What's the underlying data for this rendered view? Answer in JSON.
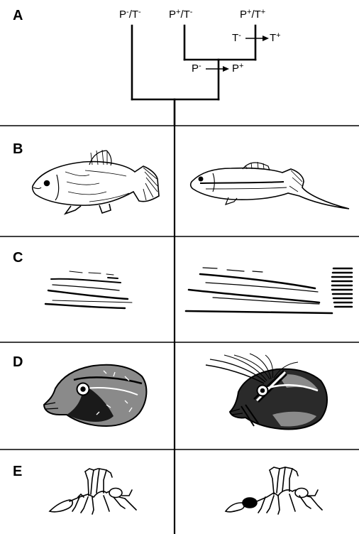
{
  "panels": {
    "A": "A",
    "B": "B",
    "C": "C",
    "D": "D",
    "E": "E"
  },
  "tree": {
    "leaves": [
      {
        "base": "P",
        "p_sign": "-",
        "sep": "/",
        "trait": "T",
        "t_sign": "-"
      },
      {
        "base": "P",
        "p_sign": "+",
        "sep": "/",
        "trait": "T",
        "t_sign": "-"
      },
      {
        "base": "P",
        "p_sign": "+",
        "sep": "/",
        "trait": "T",
        "t_sign": "+"
      }
    ],
    "transition_t": {
      "from": "T",
      "from_sign": "-",
      "to": "T",
      "to_sign": "+"
    },
    "transition_p": {
      "from": "P",
      "from_sign": "-",
      "to": "P",
      "to_sign": "+"
    }
  },
  "colors": {
    "ink": "#000000",
    "background": "#ffffff"
  }
}
